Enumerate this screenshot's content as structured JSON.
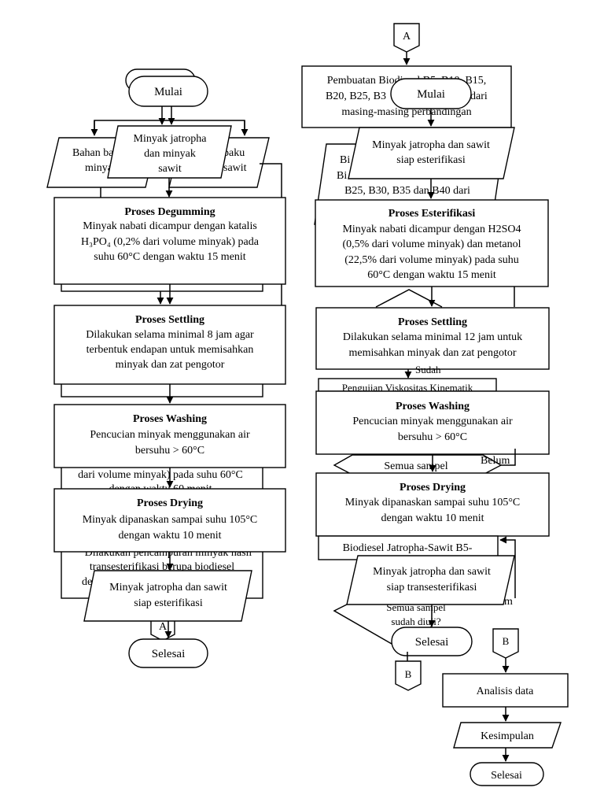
{
  "left": {
    "start": "Mulai",
    "bg_raw_a": [
      "Bahan ba",
      "minya"
    ],
    "bg_raw_b": [
      "baku",
      "sawit"
    ],
    "input": [
      "Minyak jatropha",
      "dan minyak",
      "sawit"
    ],
    "degumming": {
      "title": "Proses Degumming",
      "lines": [
        "Minyak nabati dicampur dengan katalis",
        "H₃PO₄ (0,2% dari volume minyak) pada",
        "suhu 60°C dengan waktu 15 menit"
      ]
    },
    "settling": {
      "title": "Proses Settling",
      "lines": [
        "Dilakukan selama minimal 8 jam agar",
        "terbentuk endapan untuk memisahkan",
        "minyak dan zat pengotor"
      ]
    },
    "washing": {
      "title": "Proses Washing",
      "lines": [
        "Pencucian minyak menggunakan air",
        "bersuhu > 60°C"
      ]
    },
    "bg_between_1": "dari volume minyak) pada suhu 60°C",
    "bg_between_2": "dengan waktu 60 menit",
    "drying": {
      "title": "Proses Drying",
      "lines": [
        "Minyak dipanaskan sampai suhu 105°C",
        "dengan waktu 10 menit"
      ]
    },
    "bg_below_1": "Dilakukan pencampuran minyak hasil",
    "bg_below_2": "transesterifikasi berupa biodiesel",
    "bg_below_3": "de",
    "output": [
      "Minyak jatropha dan sawit",
      "siap esterifikasi"
    ],
    "connector": "A",
    "end": "Selesai"
  },
  "right": {
    "connector_top": "A",
    "bg_pembuatan": [
      "Pembuatan Biodiesel B5, B10, B15,",
      "B20, B25, B3",
      "dari",
      "masing-masing perbandingan"
    ],
    "start": "Mulai",
    "bg_behind_input": [
      "Bi",
      "Bi",
      "B25, B30, B35 dan B40 dari"
    ],
    "input": [
      "Minyak jatropha dan sawit",
      "siap esterifikasi"
    ],
    "esterifikasi": {
      "title": "Proses Esterifikasi",
      "lines": [
        "Minyak nabati dicampur dengan H2SO4",
        "(0,5% dari volume minyak) dan metanol",
        "(22,5% dari volume minyak) pada suhu",
        "60°C dengan waktu 15 menit"
      ]
    },
    "settling": {
      "title": "Proses Settling",
      "lines": [
        "Dilakukan selama minimal 12 jam untuk",
        "memisahkan minyak dan zat pengotor"
      ]
    },
    "bg_sudah": "Sudah",
    "bg_pengujian": "Pengujian Viskositas Kinematik",
    "washing": {
      "title": "Proses Washing",
      "lines": [
        "Pencucian minyak menggunakan air",
        "bersuhu > 60°C"
      ]
    },
    "bg_decision_1": "Semua sampel",
    "bg_belum_1": "Belum",
    "drying": {
      "title": "Proses Drying",
      "lines": [
        "Minyak dipanaskan sampai suhu 105°C",
        "dengan waktu 10 menit"
      ]
    },
    "bg_biodiesel": "Biodiesel Jatropha-Sawit B5-",
    "output": [
      "Minyak jatropha dan sawit",
      "siap transesterifikasi"
    ],
    "bg_decision_2": [
      "Semua sampel",
      "sudah diuji?"
    ],
    "bg_belum_2": "m",
    "end": "Selesai",
    "connector_bottom": "B"
  },
  "bottom_right": {
    "connector": "B",
    "analisis": "Analisis data",
    "kesimpulan": "Kesimpulan",
    "end": "Selesai"
  }
}
